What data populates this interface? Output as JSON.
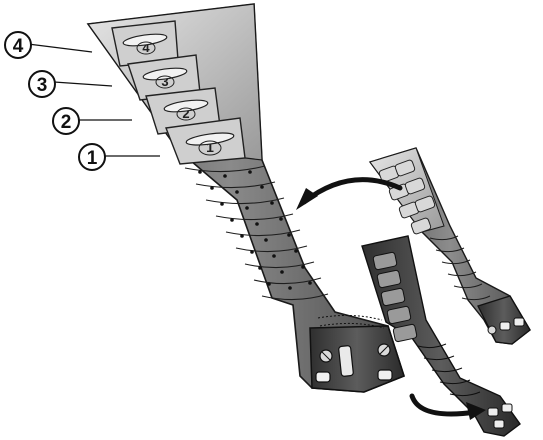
{
  "diagram": {
    "callouts": [
      {
        "label": "4"
      },
      {
        "label": "3"
      },
      {
        "label": "2"
      },
      {
        "label": "1"
      }
    ],
    "main_strap_slots": [
      {
        "label": "4"
      },
      {
        "label": "3"
      },
      {
        "label": "2"
      },
      {
        "label": "1"
      }
    ],
    "icon_names": [
      "curved-arrow-icon",
      "curved-arrow-icon"
    ],
    "colors": {
      "strap_dark": "#3a3a3a",
      "strap_mid": "#6b6b6b",
      "strap_light": "#b8b8b8",
      "outline": "#1a1a1a",
      "background": "#ffffff"
    }
  }
}
